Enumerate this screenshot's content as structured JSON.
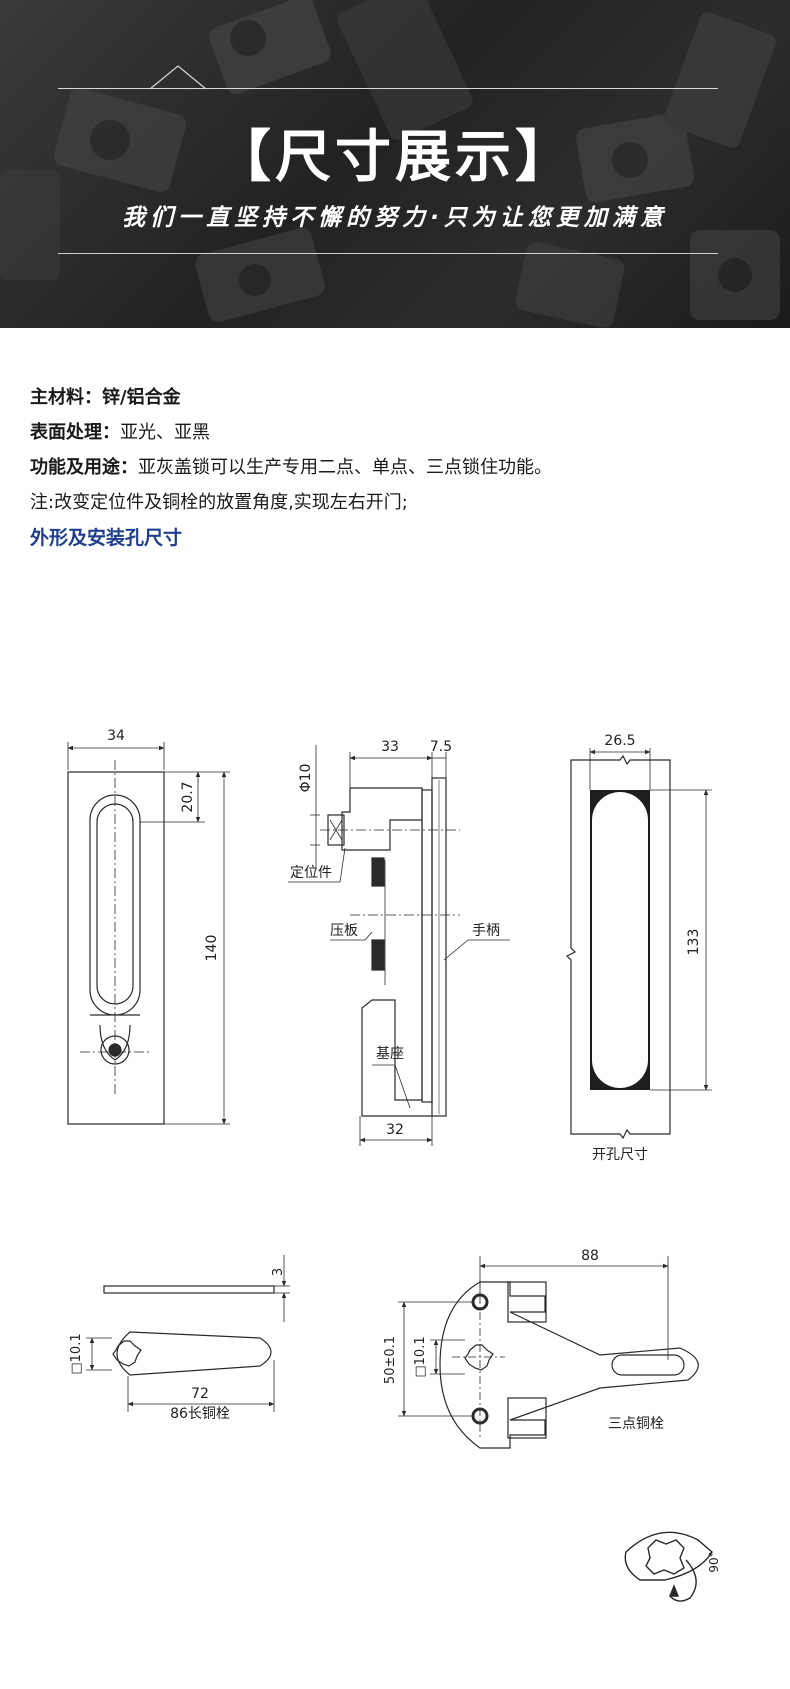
{
  "banner": {
    "title": "【尺寸展示】",
    "subtitle": "我们一直坚持不懈的努力·只为让您更加满意"
  },
  "specs": [
    {
      "key": "主材料：",
      "value": "锌/铝合金"
    },
    {
      "key": "表面处理：",
      "value": "亚光、亚黑"
    },
    {
      "key": "功能及用途：",
      "value": "亚灰盖锁可以生产专用二点、单点、三点锁住功能。"
    },
    {
      "key": "",
      "value": "注:改变定位件及铜栓的放置角度,实现左右开门;"
    }
  ],
  "section_title": "外形及安装孔尺寸",
  "front_view": {
    "width": "34",
    "top_offset": "20.7",
    "height": "140"
  },
  "side_view": {
    "depth": "33",
    "cap": "7.5",
    "pin_dia": "Φ10",
    "base_depth": "32",
    "labels": {
      "locator": "定位件",
      "plate": "压板",
      "handle": "手柄",
      "base": "基座"
    }
  },
  "cutout": {
    "width": "26.5",
    "height": "133",
    "caption": "开孔尺寸"
  },
  "bolt_86": {
    "thickness": "3",
    "square": "□10.1",
    "length": "72",
    "caption": "86长铜栓"
  },
  "bolt_three": {
    "width": "88",
    "square": "□10.1",
    "span": "50±0.1",
    "caption": "三点铜栓"
  },
  "rotation": {
    "angle": "90°"
  },
  "colors": {
    "banner_bg": "#262626",
    "section_title": "#1f3e8f",
    "line": "#2a2a2a"
  }
}
